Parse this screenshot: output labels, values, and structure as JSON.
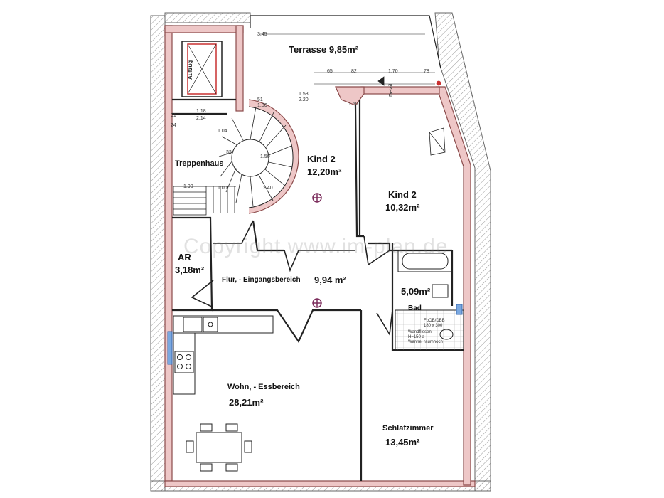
{
  "colors": {
    "wall_fill": "#eec7c7",
    "wall_stroke": "#8a4a4a",
    "hatch": "#9a9a9a",
    "line": "#222222"
  },
  "rooms": {
    "terrasse": "Terrasse 9,85m²",
    "kind2a_name": "Kind 2",
    "kind2a_area": "12,20m²",
    "kind2b_name": "Kind 2",
    "kind2b_area": "10,32m²",
    "treppenhaus": "Treppenhaus",
    "ar_name": "AR",
    "ar_area": "3,18m²",
    "flur_name": "Flur, - Eingangsbereich",
    "flur_area": "9,94 m²",
    "bad_area": "5,09m²",
    "bad_name": "Bad",
    "wohn_name": "Wohn, - Essbereich",
    "wohn_area": "28,21m²",
    "schlaf_name": "Schlafzimmer",
    "schlaf_area": "13,45m²"
  },
  "annotations": {
    "aufzug": "Aufzug",
    "detail": "Detail",
    "watermark": "Copyright www.im-plan.de",
    "dim_345": "3.45",
    "dim_65": "65",
    "dim_82": "82",
    "dim_170": "1.70",
    "dim_78": "78",
    "dim_118": "1.18",
    "dim_214": "2.14",
    "dim_51": "51",
    "dim_86": "1.86",
    "dim_153": "1.53",
    "dim_220": "2.20",
    "dim_150": "1.50",
    "dim_24": "24",
    "dim_104": "1.04",
    "dim_100": "1.00",
    "dim_240": "2.40",
    "dim_190": "1.90",
    "dim_33": "33",
    "dim_31": "31",
    "bad_note1": "FbOB/DBB",
    "bad_note2": "180 x 300",
    "bad_note3": "Wandfliesen",
    "bad_note4": "H=150 a",
    "bad_note5": "Wanne, raumhoch"
  }
}
